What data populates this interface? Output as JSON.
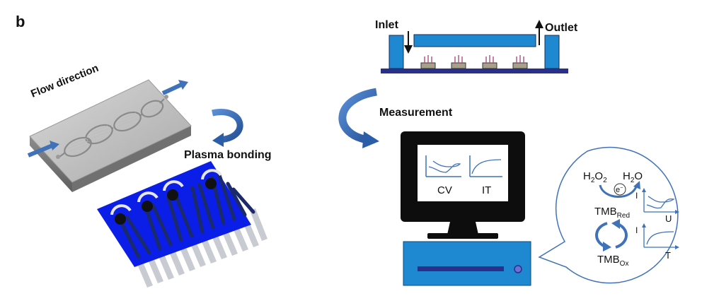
{
  "panel_label": "b",
  "labels": {
    "flow_direction": "Flow direction",
    "plasma_bonding": "Plasma bonding",
    "inlet": "Inlet",
    "outlet": "Outlet",
    "measurement": "Measurement"
  },
  "screen": {
    "cv": "CV",
    "it": "IT"
  },
  "bubble": {
    "h2o2_main": "H",
    "h2o2_sub1": "2",
    "h2o2_mid": "O",
    "h2o2_sub2": "2",
    "h2o_main": "H",
    "h2o_sub": "2",
    "h2o_end": "O",
    "electron": "e",
    "electron_sup": "−",
    "tmb_red_main": "TMB",
    "tmb_red_sub": "Red",
    "tmb_ox_main": "TMB",
    "tmb_ox_sub": "Ox",
    "axis_i_top": "I",
    "axis_u": "U",
    "axis_i_bottom": "I",
    "axis_t": "T"
  },
  "colors": {
    "blue_arrow": "#3f72b8",
    "chip_blue": "#1e88d0",
    "base_navy": "#2a2f8a",
    "electrode_blue": "#0a1ee8",
    "monitor": "#0d0d0d",
    "tower_blue": "#1e88d0"
  }
}
